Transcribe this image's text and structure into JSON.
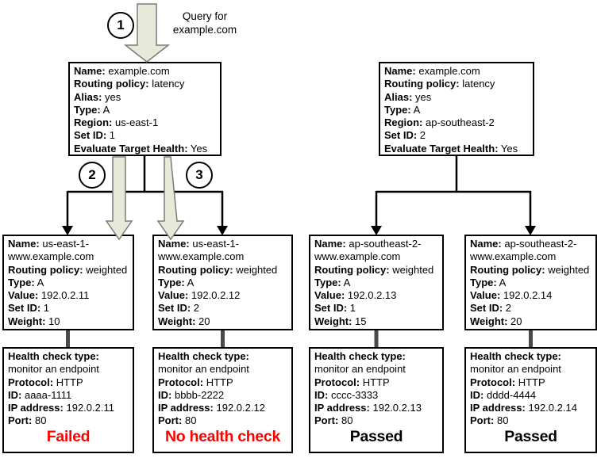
{
  "colors": {
    "arrow_fill": "#e8ead9",
    "arrow_outline": "#7a7a7a",
    "connector_gray": "#4a4a4a",
    "line_black": "#000000",
    "status_failed": "#ff0000",
    "status_passed": "#000000"
  },
  "annotations": {
    "query_label": "Query for\nexample.com"
  },
  "step_markers": [
    "1",
    "2",
    "3"
  ],
  "latency_records": [
    {
      "fields": [
        {
          "label": "Name:",
          "value": "example.com"
        },
        {
          "label": "Routing policy:",
          "value": "latency"
        },
        {
          "label": "Alias:",
          "value": "yes"
        },
        {
          "label": "Type:",
          "value": "A"
        },
        {
          "label": "Region:",
          "value": "us-east-1"
        },
        {
          "label": "Set ID:",
          "value": "1"
        },
        {
          "label": "Evaluate Target Health:",
          "value": "Yes"
        }
      ]
    },
    {
      "fields": [
        {
          "label": "Name:",
          "value": "example.com"
        },
        {
          "label": "Routing policy:",
          "value": "latency"
        },
        {
          "label": "Alias:",
          "value": "yes"
        },
        {
          "label": "Type:",
          "value": "A"
        },
        {
          "label": "Region:",
          "value": "ap-southeast-2"
        },
        {
          "label": "Set ID:",
          "value": "2"
        },
        {
          "label": "Evaluate Target Health:",
          "value": "Yes"
        }
      ]
    }
  ],
  "weighted_records": [
    {
      "fields": [
        {
          "label": "Name:",
          "value": "us-east-1-www.example.com"
        },
        {
          "label": "Routing policy:",
          "value": "weighted"
        },
        {
          "label": "Type:",
          "value": "A"
        },
        {
          "label": "Value:",
          "value": "192.0.2.11"
        },
        {
          "label": "Set ID:",
          "value": "1"
        },
        {
          "label": "Weight:",
          "value": "10"
        }
      ]
    },
    {
      "fields": [
        {
          "label": "Name:",
          "value": "us-east-1-www.example.com"
        },
        {
          "label": "Routing policy:",
          "value": "weighted"
        },
        {
          "label": "Type:",
          "value": "A"
        },
        {
          "label": "Value:",
          "value": "192.0.2.12"
        },
        {
          "label": "Set ID:",
          "value": "2"
        },
        {
          "label": "Weight:",
          "value": "20"
        }
      ]
    },
    {
      "fields": [
        {
          "label": "Name:",
          "value": "ap-southeast-2-www.example.com"
        },
        {
          "label": "Routing policy:",
          "value": "weighted"
        },
        {
          "label": "Type:",
          "value": "A"
        },
        {
          "label": "Value:",
          "value": "192.0.2.13"
        },
        {
          "label": "Set ID:",
          "value": "1"
        },
        {
          "label": "Weight:",
          "value": "15"
        }
      ]
    },
    {
      "fields": [
        {
          "label": "Name:",
          "value": "ap-southeast-2-www.example.com"
        },
        {
          "label": "Routing policy:",
          "value": "weighted"
        },
        {
          "label": "Type:",
          "value": "A"
        },
        {
          "label": "Value:",
          "value": "192.0.2.14"
        },
        {
          "label": "Set ID:",
          "value": "2"
        },
        {
          "label": "Weight:",
          "value": "20"
        }
      ]
    }
  ],
  "health_checks": [
    {
      "fields": [
        {
          "label": "Health check type:",
          "value": ""
        },
        {
          "label": "",
          "value": "monitor an endpoint"
        },
        {
          "label": "Protocol:",
          "value": "HTTP"
        },
        {
          "label": "ID:",
          "value": "aaaa-1111"
        },
        {
          "label": "IP address:",
          "value": "192.0.2.11"
        },
        {
          "label": "Port:",
          "value": "80"
        }
      ],
      "status": {
        "text": "Failed",
        "color": "#ff0000"
      }
    },
    {
      "fields": [
        {
          "label": "Health check type:",
          "value": ""
        },
        {
          "label": "",
          "value": "monitor an endpoint"
        },
        {
          "label": "Protocol:",
          "value": "HTTP"
        },
        {
          "label": "ID:",
          "value": "bbbb-2222"
        },
        {
          "label": "IP address:",
          "value": "192.0.2.12"
        },
        {
          "label": "Port:",
          "value": "80"
        }
      ],
      "status": {
        "text": "No health check",
        "color": "#ff0000"
      }
    },
    {
      "fields": [
        {
          "label": "Health check type:",
          "value": ""
        },
        {
          "label": "",
          "value": "monitor an endpoint"
        },
        {
          "label": "Protocol:",
          "value": "HTTP"
        },
        {
          "label": "ID:",
          "value": "cccc-3333"
        },
        {
          "label": "IP address:",
          "value": "192.0.2.13"
        },
        {
          "label": "Port:",
          "value": "80"
        }
      ],
      "status": {
        "text": "Passed",
        "color": "#000000"
      }
    },
    {
      "fields": [
        {
          "label": "Health check type:",
          "value": ""
        },
        {
          "label": "",
          "value": "monitor an endpoint"
        },
        {
          "label": "Protocol:",
          "value": "HTTP"
        },
        {
          "label": "ID:",
          "value": "dddd-4444"
        },
        {
          "label": "IP address:",
          "value": "192.0.2.14"
        },
        {
          "label": "Port:",
          "value": "80"
        }
      ],
      "status": {
        "text": "Passed",
        "color": "#000000"
      }
    }
  ]
}
